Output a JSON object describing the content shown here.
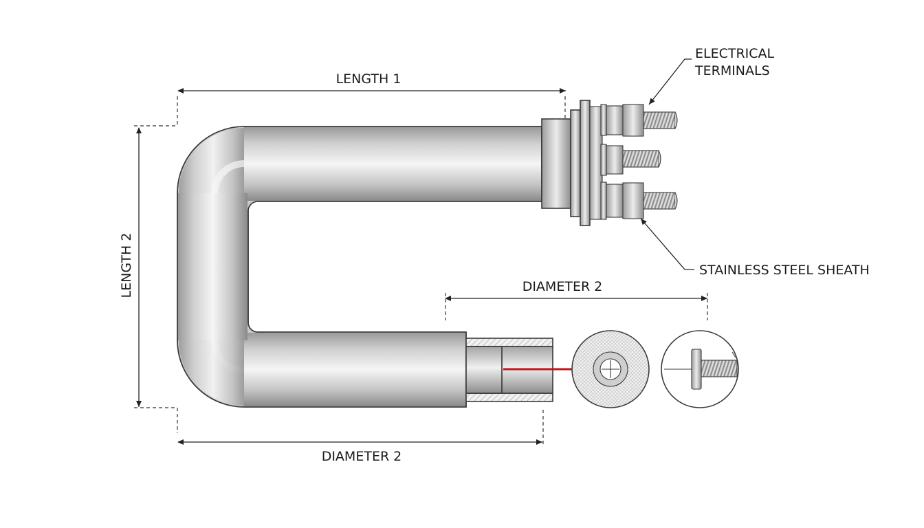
{
  "labels": {
    "length1": "LENGTH 1",
    "length2": "LENGTH 2",
    "diameter2_top": "DIAMETER 2",
    "diameter2_bottom": "DIAMETER 2",
    "electrical_terminals_line1": "ELECTRICAL",
    "electrical_terminals_line2": "TERMINALS",
    "stainless_steel_sheath": "STAINLESS STEEL SHEATH"
  },
  "colors": {
    "tube_light": "#f4f4f4",
    "tube_mid": "#c9c9c9",
    "tube_dark": "#8f8f8f",
    "heating_wire": "#c0171d",
    "outline": "#3a3a3a"
  }
}
